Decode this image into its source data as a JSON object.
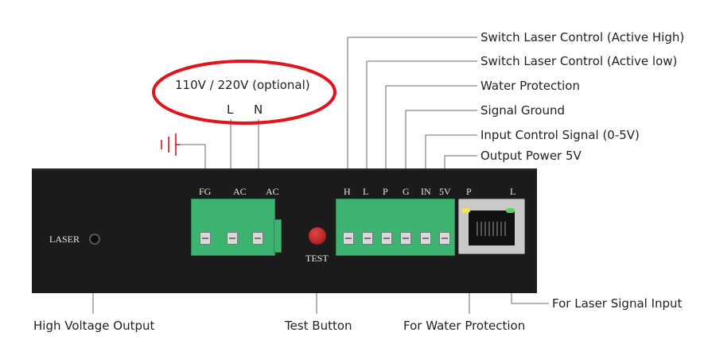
{
  "power_callout": {
    "voltage": "110V / 220V (optional)",
    "pin_l": "L",
    "pin_n": "N"
  },
  "signal_labels": [
    "Switch Laser Control (Active High)",
    "Switch Laser Control (Active low)",
    "Water Protection",
    "Signal Ground",
    "Input Control Signal (0-5V)",
    "Output Power 5V"
  ],
  "panel": {
    "laser_label": "LASER",
    "test_label": "TEST",
    "power_pins": [
      "FG",
      "AC",
      "AC"
    ],
    "signal_pins": [
      "H",
      "L",
      "P",
      "G",
      "IN",
      "5V"
    ],
    "rj45_leds": [
      "P",
      "L"
    ]
  },
  "bottom_labels": {
    "high_voltage": "High Voltage Output",
    "test_button": "Test Button",
    "water_protection": "For Water Protection",
    "laser_signal": "For Laser Signal Input"
  },
  "colors": {
    "callout_ring": "#e0141b",
    "ground_symbol": "#e0141b",
    "terminal_green": "#3cb371",
    "test_button": "#b52525",
    "led_yellow": "#f2e64a",
    "led_green": "#5bd35b"
  },
  "icons": [
    "ground-symbol-icon",
    "rj45-port-icon"
  ]
}
